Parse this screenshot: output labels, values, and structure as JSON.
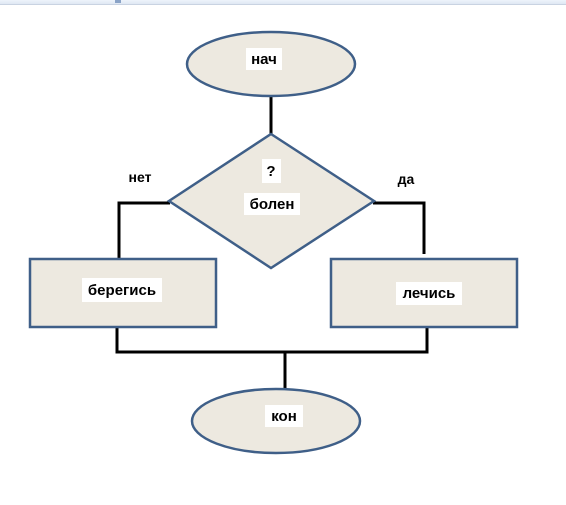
{
  "nodes": {
    "start": "нач",
    "decision_question": "?",
    "decision_text": "болен",
    "left_action": "берегись",
    "right_action": "лечись",
    "end": "кон"
  },
  "branches": {
    "no": "нет",
    "yes": "да"
  },
  "colors": {
    "shape_fill": "#ede9e0",
    "shape_stroke": "#3f5f88",
    "connector": "#000000"
  }
}
